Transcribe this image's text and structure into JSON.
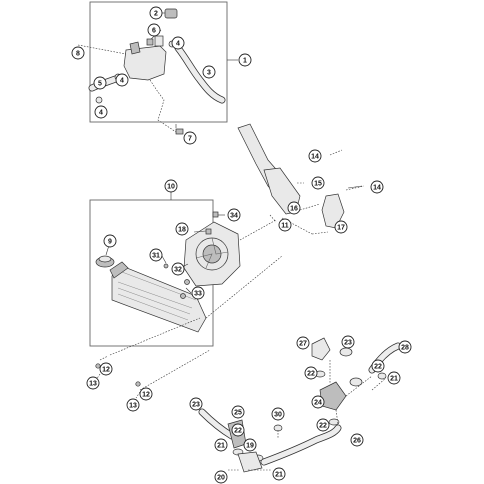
{
  "labels": {
    "c1": "1",
    "c2": "2",
    "c3": "3",
    "c4a": "4",
    "c4b": "4",
    "c4c": "4",
    "c5": "5",
    "c6": "6",
    "c7": "7",
    "c8": "8",
    "c9": "9",
    "c10": "10",
    "c11": "11",
    "c12a": "12",
    "c12b": "12",
    "c13a": "13",
    "c13b": "13",
    "c14a": "14",
    "c14b": "14",
    "c15": "15",
    "c16": "16",
    "c17": "17",
    "c18": "18",
    "c19": "19",
    "c20": "20",
    "c21a": "21",
    "c21b": "21",
    "c21c": "21",
    "c22a": "22",
    "c22b": "22",
    "c22c": "22",
    "c22d": "22",
    "c23a": "23",
    "c23b": "23",
    "c24": "24",
    "c25": "25",
    "c26": "26",
    "c27": "27",
    "c28": "28",
    "c30": "30",
    "c31": "31",
    "c32": "32",
    "c33": "33",
    "c34": "34"
  },
  "colors": {
    "rubber": "#f6c99a",
    "metal": "#bdbdbd",
    "frame": "#666666"
  }
}
